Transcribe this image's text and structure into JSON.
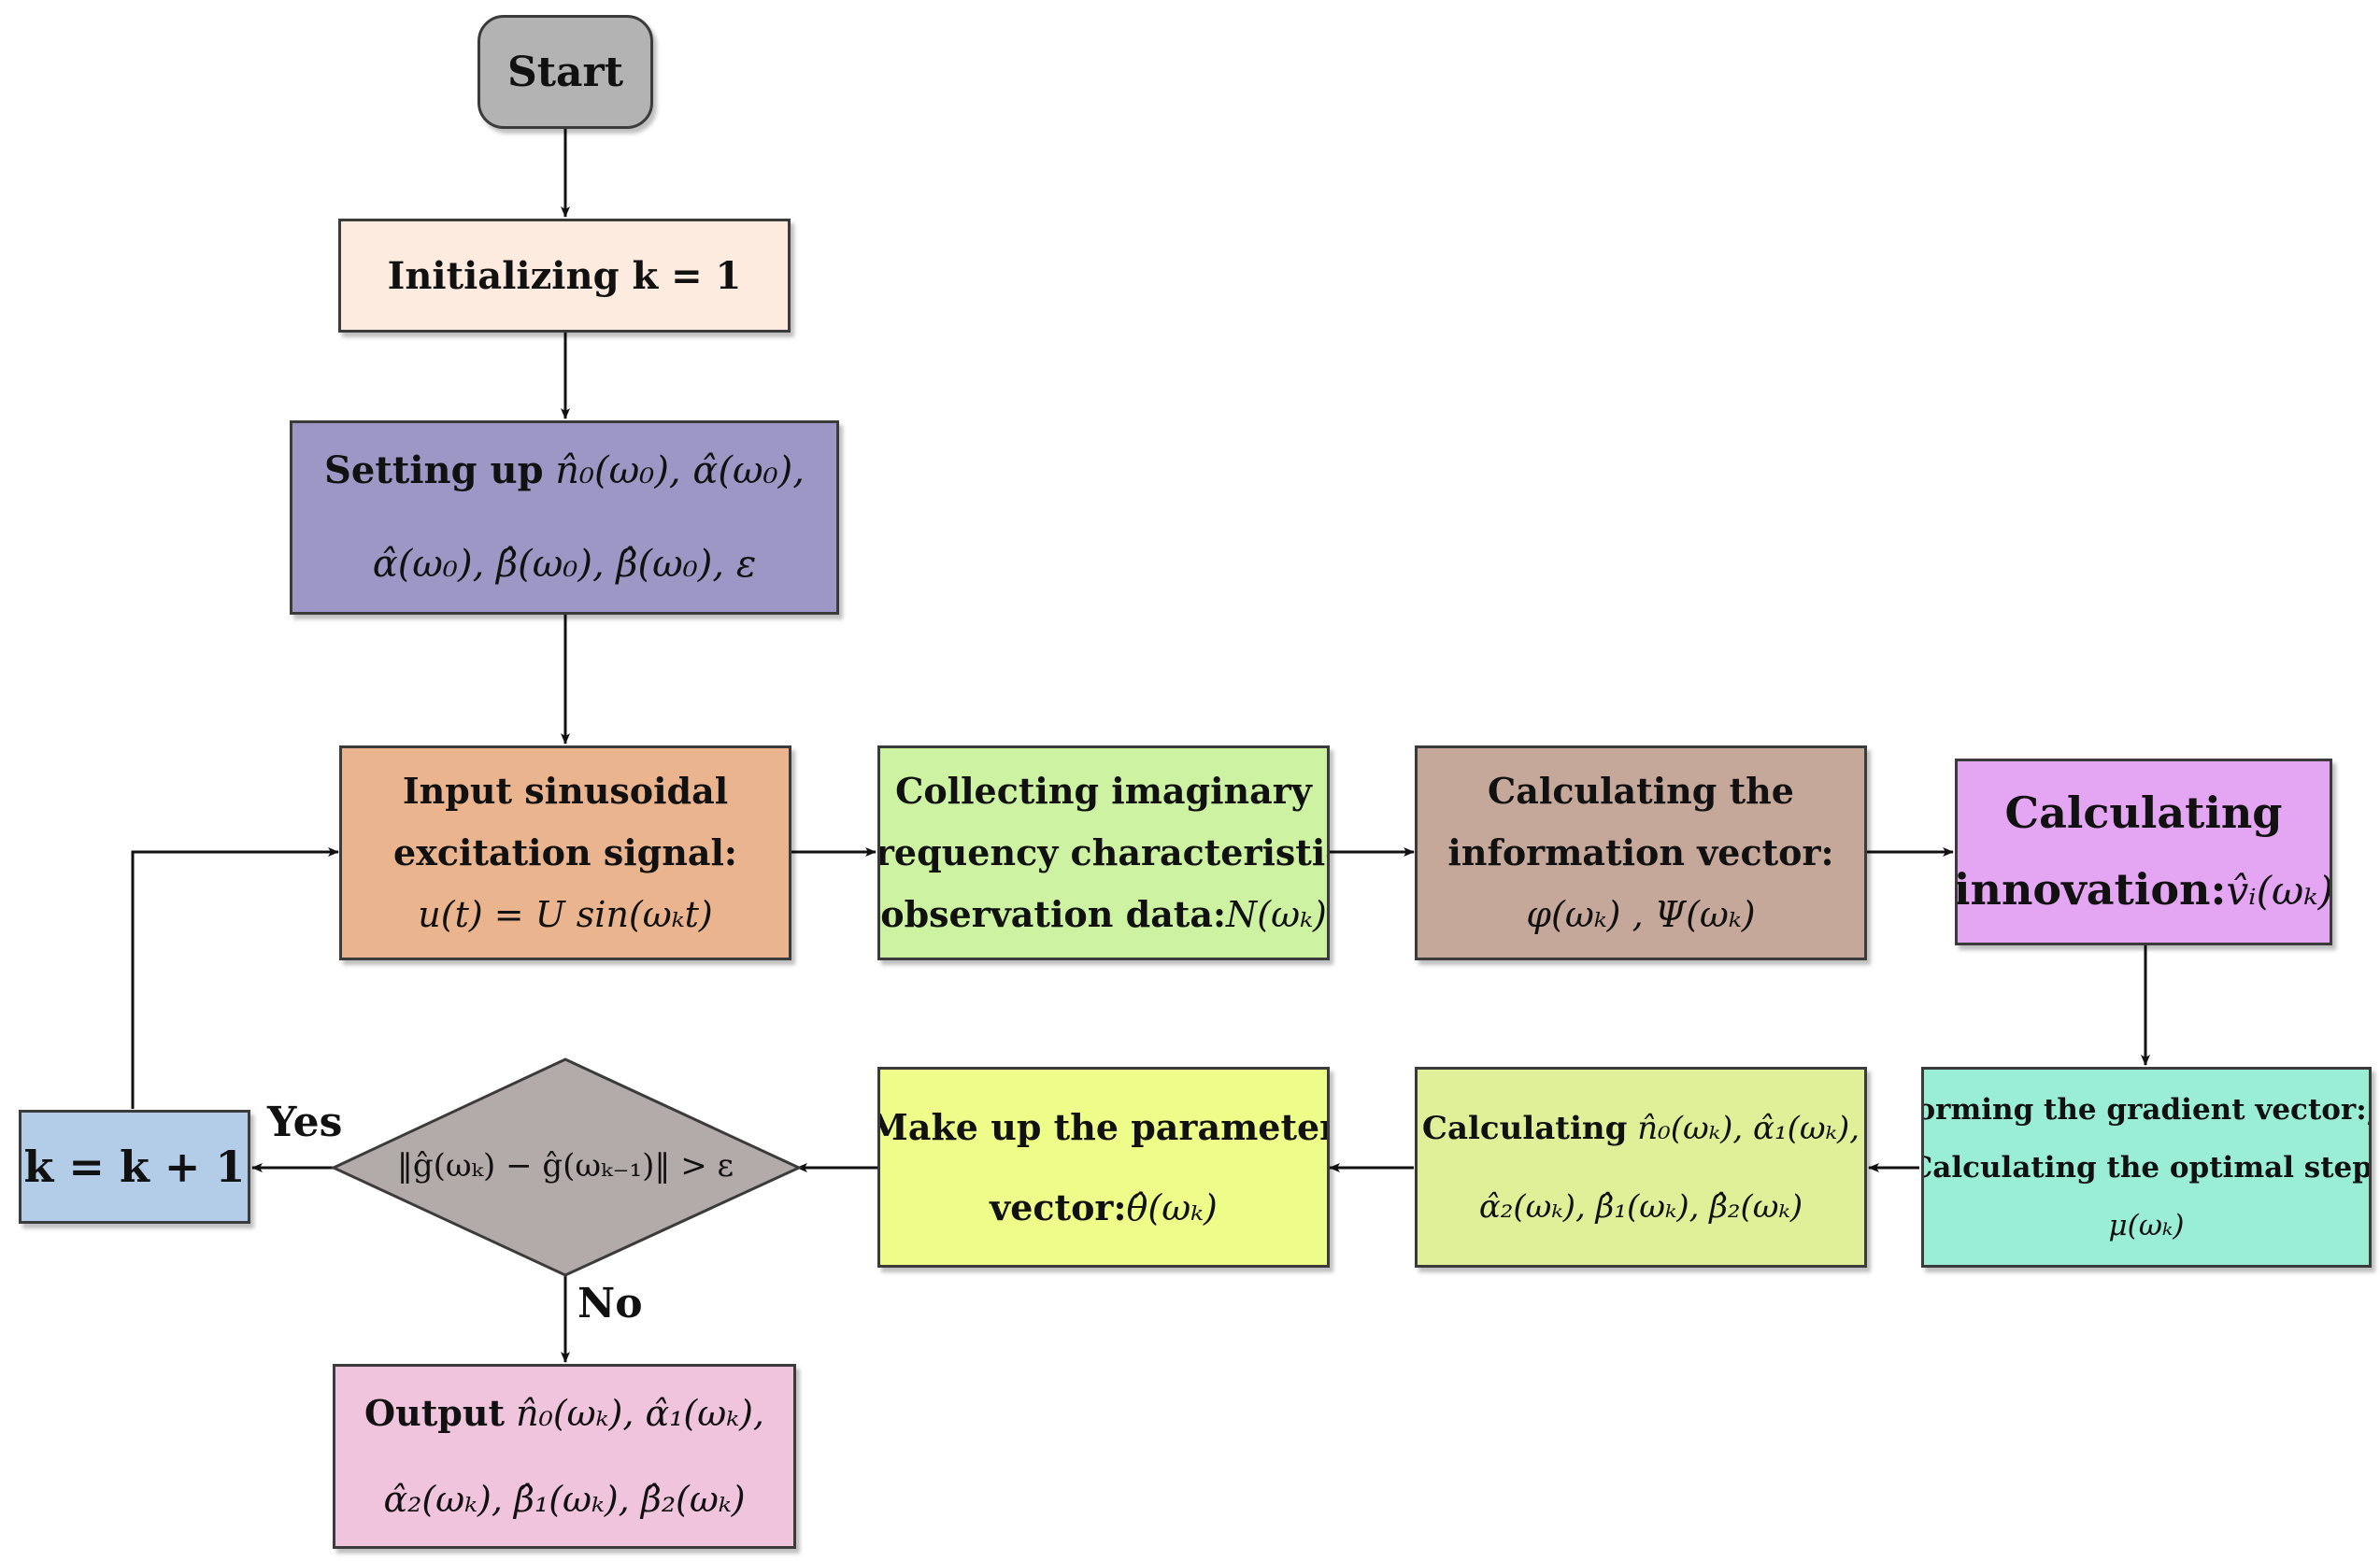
{
  "nodes": {
    "start": "Start",
    "init": "Initializing  k = 1",
    "setup": {
      "bold": "Setting  up",
      "math1": " n̂₀(ω₀), α̂(ω₀),",
      "math2": "α̂(ω₀), β̂(ω₀), β̂(ω₀), ε"
    },
    "input": {
      "line1": "Input  sinusoidal",
      "line2": "excitation  signal:",
      "math": "u(t) = U sin(ωₖt)"
    },
    "collect": {
      "line1": "Collecting  imaginary",
      "line2": "frequency  characteristic",
      "line3": "observation  data:",
      "math": "N(ωₖ)"
    },
    "info": {
      "line1": "Calculating  the",
      "line2": "information  vector:",
      "math": "φ(ωₖ) ,  Ψ(ωₖ)"
    },
    "innovation": {
      "line1": "Calculating",
      "line2": "innovation:",
      "math": "v̂ᵢ(ωₖ)"
    },
    "gradient": {
      "line1": "Forming  the  gradient  vector:",
      "math1": "gₖ",
      "line2": "Calculating  the  optimal  step:",
      "math2": "μ(ωₖ)"
    },
    "calc": {
      "bold": "Calculating",
      "math1": " n̂₀(ωₖ), α̂₁(ωₖ),",
      "math2": "α̂₂(ωₖ), β̂₁(ωₖ), β̂₂(ωₖ)"
    },
    "param": {
      "line1": "Make  up  the  parameter",
      "line2": "vector:",
      "math": "θ̂(ωₖ)"
    },
    "decision": "‖ĝ(ωₖ) − ĝ(ωₖ₋₁)‖ > ε",
    "increment": "k = k + 1",
    "output": {
      "bold": "Output",
      "math1": " n̂₀(ωₖ), α̂₁(ωₖ),",
      "math2": "α̂₂(ωₖ), β̂₁(ωₖ), β̂₂(ωₖ)"
    }
  },
  "edge_labels": {
    "yes": "Yes",
    "no": "No"
  },
  "colors": {
    "start": "#b3b3b3",
    "init": "#fdebdf",
    "setup": "#9d97c6",
    "input": "#eab48f",
    "collect": "#cdf2a2",
    "info": "#c5a89a",
    "innovation": "#e4a6f2",
    "gradient": "#9beed6",
    "calc": "#dff099",
    "param": "#eefd8a",
    "decision": "#b3aaaa",
    "increment": "#b3cde8",
    "output": "#f0c4dd"
  }
}
